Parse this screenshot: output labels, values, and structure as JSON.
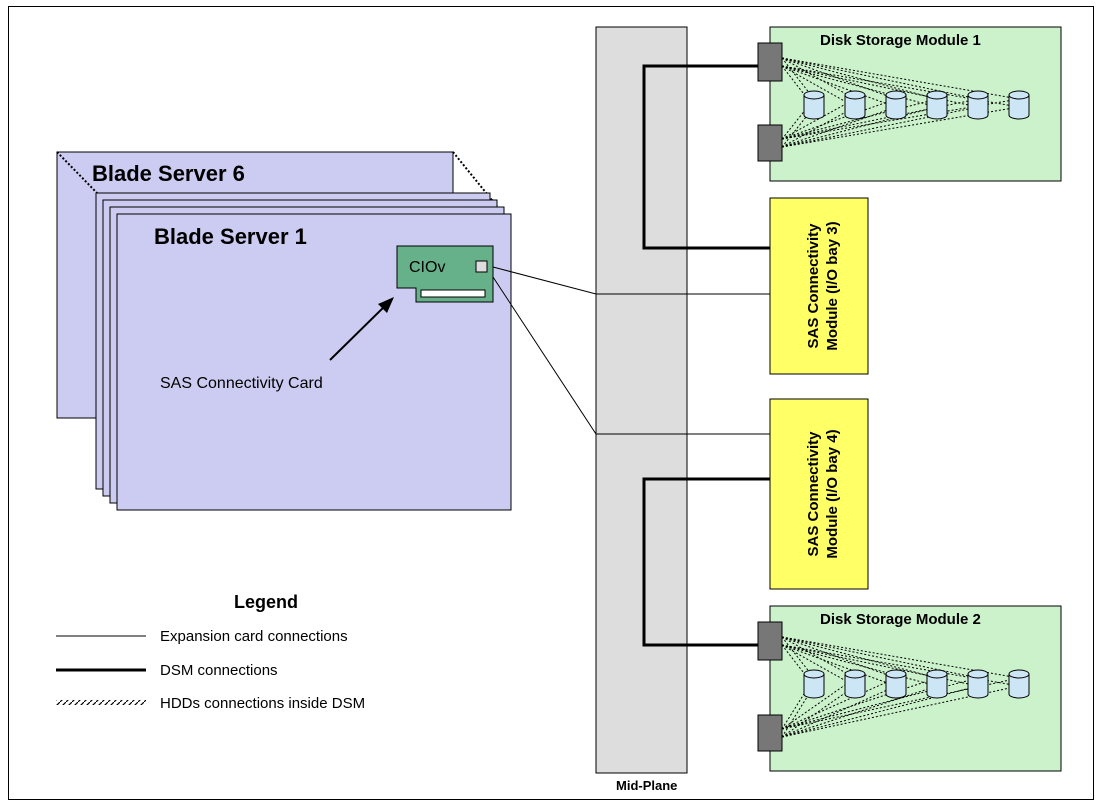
{
  "blades": {
    "back_label": "Blade Server 6",
    "front_label": "Blade Server 1",
    "card_label": "CIOv",
    "card_callout": "SAS Connectivity Card"
  },
  "midplane": {
    "label": "Mid-Plane"
  },
  "sas_modules": [
    {
      "label_line1": "SAS Connectivity",
      "label_line2": "Module (I/O bay 3)"
    },
    {
      "label_line1": "SAS Connectivity",
      "label_line2": "Module (I/O bay 4)"
    }
  ],
  "dsm": [
    {
      "label": "Disk Storage Module 1"
    },
    {
      "label": "Disk Storage Module 2"
    }
  ],
  "legend": {
    "title": "Legend",
    "items": [
      {
        "style": "thin",
        "label": "Expansion card connections"
      },
      {
        "style": "thick",
        "label": "DSM connections"
      },
      {
        "style": "dotted",
        "label": "HDDs connections inside DSM"
      }
    ]
  },
  "colors": {
    "blade_fill": "#ccccf2",
    "card_fill": "#66b08a",
    "sas_fill": "#ffff66",
    "dsm_fill": "#ccf2cc",
    "midplane_fill": "#dddddd",
    "port_fill": "#777777",
    "disk_fill": "#cde6f5"
  }
}
